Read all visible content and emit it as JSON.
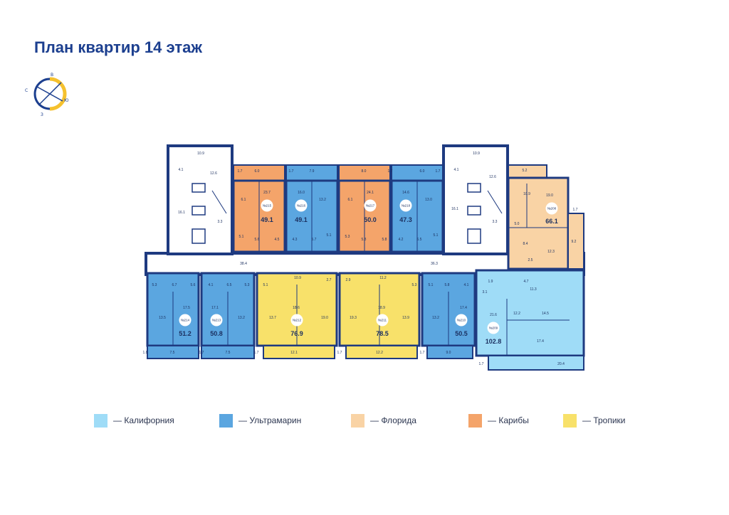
{
  "title": "План квартир 14 этаж",
  "compass": {
    "north": "В",
    "east": "Ю",
    "south": "З",
    "west": "С"
  },
  "colors": {
    "california": "#9fdcf7",
    "ultramarine": "#5ba6e0",
    "florida": "#f9d3a5",
    "caribbean": "#f4a46a",
    "tropics": "#f8e16a",
    "walls": "#1e3a80",
    "corridor": "#ffffff"
  },
  "legend": [
    {
      "name": "Калифорния",
      "color": "#9fdcf7"
    },
    {
      "name": "Ультрамарин",
      "color": "#5ba6e0"
    },
    {
      "name": "Флорида",
      "color": "#f9d3a5"
    },
    {
      "name": "Карибы",
      "color": "#f4a46a"
    },
    {
      "name": "Тропики",
      "color": "#f8e16a"
    }
  ],
  "corridor_labels": [
    "38.4",
    "36.3"
  ],
  "stair_labels": {
    "left": [
      "10.9",
      "4.1",
      "12.6",
      "16.1",
      "3.3"
    ],
    "right": [
      "10.9",
      "4.1",
      "12.6",
      "16.1",
      "3.3"
    ]
  },
  "apartments": [
    {
      "id": "apt-215",
      "num": "№215",
      "area": "49.1",
      "type": "caribbean",
      "rooms": [
        "6.0",
        "23.7",
        "6.1",
        "5.1",
        "5.6",
        "4.5",
        "1.7"
      ]
    },
    {
      "id": "apt-216",
      "num": "№216",
      "area": "49.1",
      "type": "ultramarine",
      "rooms": [
        "7.9",
        "16.0",
        "13.2",
        "4.3",
        "5.7",
        "5.1",
        "1.7"
      ]
    },
    {
      "id": "apt-217",
      "num": "№217",
      "area": "50.0",
      "type": "caribbean",
      "rooms": [
        "8.0",
        "24.1",
        "6.1",
        "5.3",
        "5.8",
        "5.8",
        "1.7"
      ]
    },
    {
      "id": "apt-218",
      "num": "№218",
      "area": "47.3",
      "type": "ultramarine",
      "rooms": [
        "6.0",
        "14.6",
        "13.0",
        "4.2",
        "6.5",
        "5.1",
        "1.7"
      ]
    },
    {
      "id": "apt-208",
      "num": "№208",
      "area": "66.1",
      "type": "florida",
      "rooms": [
        "5.2",
        "10.9",
        "19.0",
        "5.0",
        "8.4",
        "12.3",
        "2.5",
        "9.2",
        "1.7"
      ]
    },
    {
      "id": "apt-214",
      "num": "№214",
      "area": "51.2",
      "type": "ultramarine",
      "rooms": [
        "5.3",
        "6.7",
        "5.6",
        "17.5",
        "13.5",
        "7.5",
        "1.8"
      ]
    },
    {
      "id": "apt-213",
      "num": "№213",
      "area": "50.8",
      "type": "ultramarine",
      "rooms": [
        "4.1",
        "6.5",
        "5.3",
        "17.1",
        "13.2",
        "7.5",
        "1.7"
      ]
    },
    {
      "id": "apt-212",
      "num": "№212",
      "area": "76.9",
      "type": "tropics",
      "rooms": [
        "5.1",
        "10.9",
        "2.7",
        "18.6",
        "19.0",
        "13.7",
        "12.1",
        "1.7"
      ]
    },
    {
      "id": "apt-211",
      "num": "№211",
      "area": "78.5",
      "type": "tropics",
      "rooms": [
        "2.9",
        "11.2",
        "5.3",
        "18.9",
        "19.3",
        "13.9",
        "12.2",
        "1.7"
      ]
    },
    {
      "id": "apt-210",
      "num": "№210",
      "area": "50.5",
      "type": "ultramarine",
      "rooms": [
        "5.1",
        "5.8",
        "4.1",
        "17.4",
        "13.2",
        "9.0",
        "1.7"
      ]
    },
    {
      "id": "apt-209",
      "num": "№209",
      "area": "102.8",
      "type": "california",
      "rooms": [
        "1.9",
        "4.7",
        "3.1",
        "11.3",
        "21.6",
        "12.2",
        "14.5",
        "17.4",
        "20.4",
        "1.7"
      ]
    }
  ]
}
